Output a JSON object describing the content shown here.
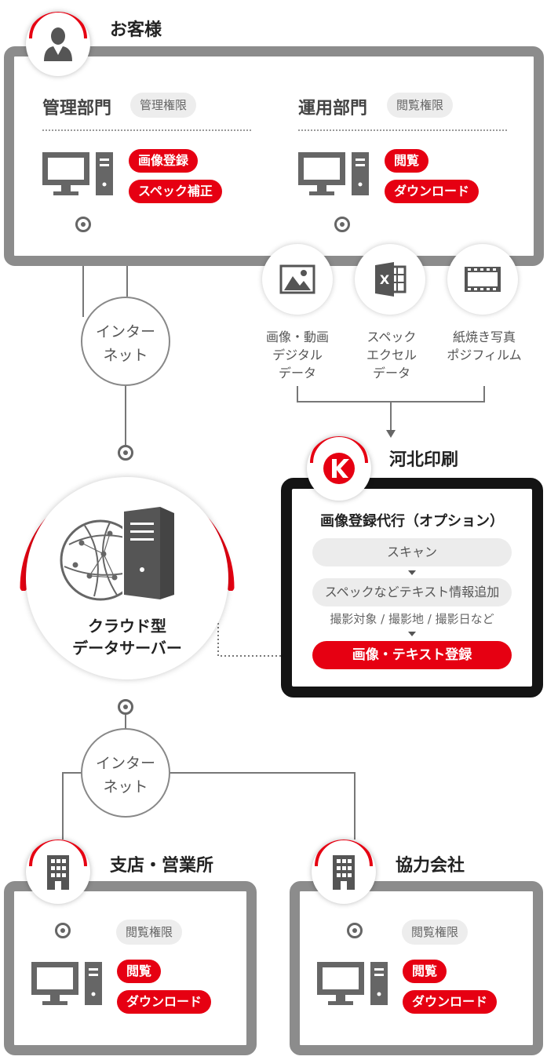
{
  "customer": {
    "title": "お客様",
    "admin_dept": {
      "name": "管理部門",
      "permission": "管理権限",
      "actions": [
        "画像登録",
        "スペック補正"
      ]
    },
    "ops_dept": {
      "name": "運用部門",
      "permission": "閲覧権限",
      "actions": [
        "閲覧",
        "ダウンロード"
      ]
    }
  },
  "internet": {
    "label_line1": "インター",
    "label_line2": "ネット"
  },
  "media": [
    {
      "icon": "image-icon",
      "lines": [
        "画像・動画",
        "デジタル",
        "データ"
      ]
    },
    {
      "icon": "excel-icon",
      "lines": [
        "スペック",
        "エクセル",
        "データ"
      ]
    },
    {
      "icon": "film-icon",
      "lines": [
        "紙焼き写真",
        "ポジフィルム"
      ]
    }
  ],
  "kahoku": {
    "title": "河北印刷",
    "service_title": "画像登録代行（オプション）",
    "steps": {
      "scan": "スキャン",
      "spec": "スペックなどテキスト情報追加",
      "note": "撮影対象 / 撮影地 / 撮影日など",
      "register": "画像・テキスト登録"
    }
  },
  "server": {
    "line1": "クラウド型",
    "line2": "データサーバー"
  },
  "branch": {
    "title": "支店・営業所",
    "permission": "閲覧権限",
    "actions": [
      "閲覧",
      "ダウンロード"
    ]
  },
  "partner": {
    "title": "協力会社",
    "permission": "閲覧権限",
    "actions": [
      "閲覧",
      "ダウンロード"
    ]
  },
  "colors": {
    "accent_red": "#e60012",
    "frame_gray": "#8c8c8c",
    "frame_black": "#141414",
    "wire_gray": "#666666"
  }
}
